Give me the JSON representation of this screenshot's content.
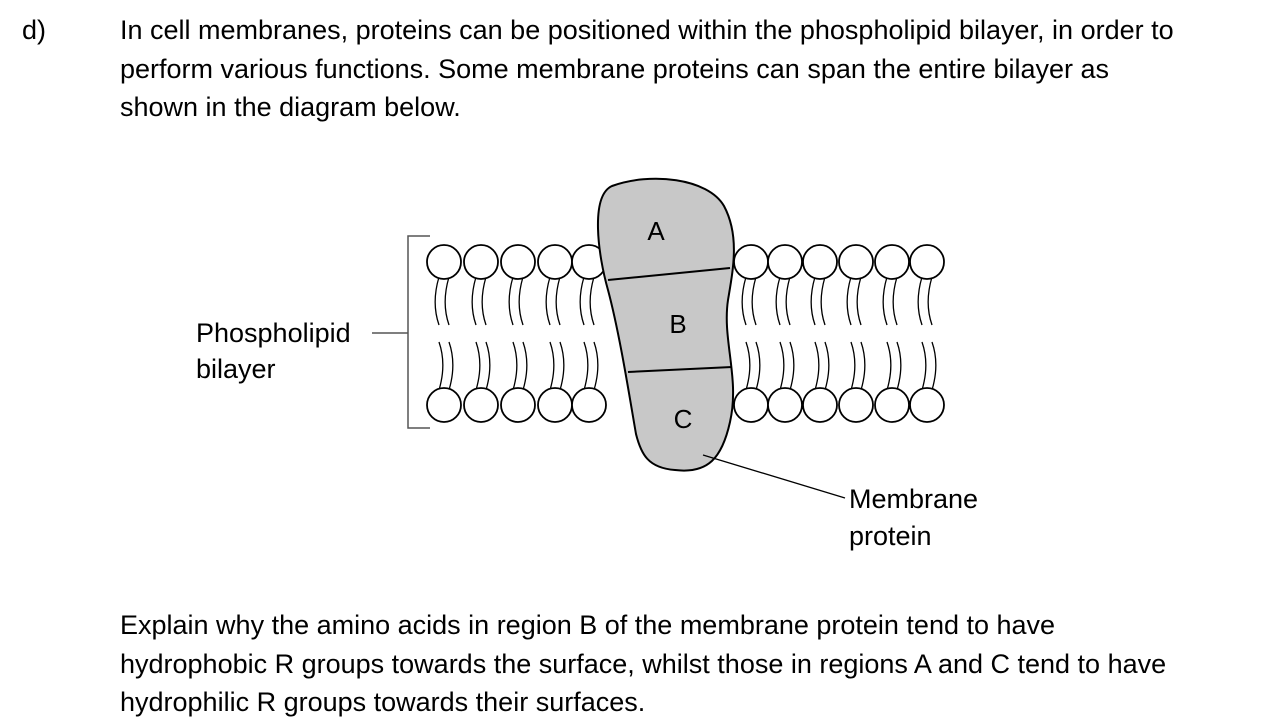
{
  "question": {
    "label": "d)",
    "intro_lines": [
      "In cell membranes, proteins can be positioned within the phospholipid bilayer, in order to",
      "perform various functions. Some membrane proteins can span the entire bilayer as",
      "shown in the diagram below."
    ],
    "prompt_lines": [
      "Explain why the amino acids in region B of the membrane protein tend to have",
      "hydrophobic R groups towards the surface, whilst those in regions A and C tend to have",
      "hydrophilic R groups towards their surfaces."
    ]
  },
  "diagram": {
    "bilayer_label_lines": [
      "Phospholipid",
      "bilayer"
    ],
    "protein_label_lines": [
      "Membrane",
      "protein"
    ],
    "regions": [
      "A",
      "B",
      "C"
    ],
    "protein_fill": "#c8c8c8",
    "line_color": "#000000"
  }
}
